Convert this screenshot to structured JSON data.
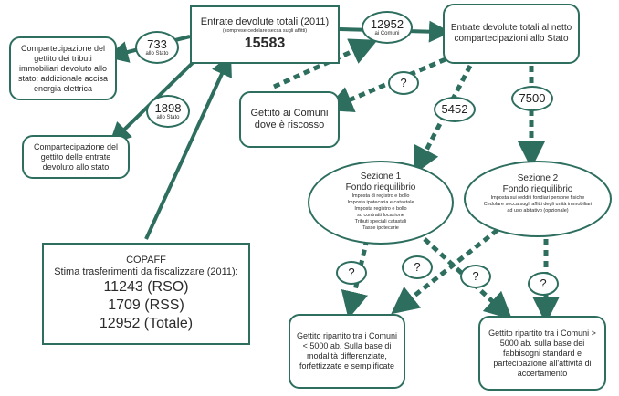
{
  "boxes": {
    "top_center": {
      "title": "Entrate devolute totali (2011)",
      "note": "(comprese cedolare secca sugli affitti)",
      "value": "15583"
    },
    "top_right": {
      "text": "Entrate devolute totali al netto compartecipazioni allo Stato"
    },
    "left_top": {
      "text": "Compartecipazione del gettito dei tributi immobiliari devoluto allo stato: addizionale accisa energia elettrica"
    },
    "left_mid": {
      "text": "Compartecipazione del gettito delle entrate devoluto allo stato"
    },
    "gettito_comuni": {
      "text": "Gettito ai Comuni dove è riscosso"
    },
    "copaff": {
      "line1": "COPAFF",
      "line2": "Stima trasferimenti da fiscalizzare (2011):",
      "rso": "11243 (RSO)",
      "rss": "1709 (RSS)",
      "totale": "12952 (Totale)"
    },
    "bottom_left": {
      "text": "Gettito ripartito tra i Comuni < 5000 ab. Sulla base di modalità differenziate, forfettizzate e semplificate"
    },
    "bottom_right": {
      "text": "Gettito ripartito tra i Comuni > 5000 ab. sulla base dei fabbisogni standard e partecipazione all'attività di accertamento"
    }
  },
  "circles": {
    "c733": {
      "value": "733",
      "sub": "allo Stato"
    },
    "c1898": {
      "value": "1898",
      "sub": "allo Stato"
    },
    "c12952": {
      "value": "12952",
      "sub": "ai Comuni"
    },
    "c5452": {
      "value": "5452"
    },
    "c7500": {
      "value": "7500"
    },
    "q1": {
      "value": "?"
    },
    "q2": {
      "value": "?"
    },
    "q3": {
      "value": "?"
    },
    "q4": {
      "value": "?"
    },
    "q5": {
      "value": "?"
    },
    "q6": {
      "value": "?"
    }
  },
  "sezione1": {
    "title": "Sezione 1",
    "subtitle": "Fondo riequilibrio",
    "items": [
      "Imposta di registro e bollo",
      "Imposta ipotecaria e catastale",
      "Imposta registro e bollo",
      "su contratti locazione",
      "Tributi speciali catastali",
      "Tasse ipotecarie"
    ]
  },
  "sezione2": {
    "title": "Sezione 2",
    "subtitle": "Fondo riequilibrio",
    "items": [
      "Imposta sui redditi fondiari persone fisiche",
      "Cedolare secca sugli affitti degli unità immobiliari",
      "ad uso abitativo (opzionale)"
    ]
  },
  "colors": {
    "stroke": "#2d6e5e",
    "text": "#2b2b2b"
  }
}
